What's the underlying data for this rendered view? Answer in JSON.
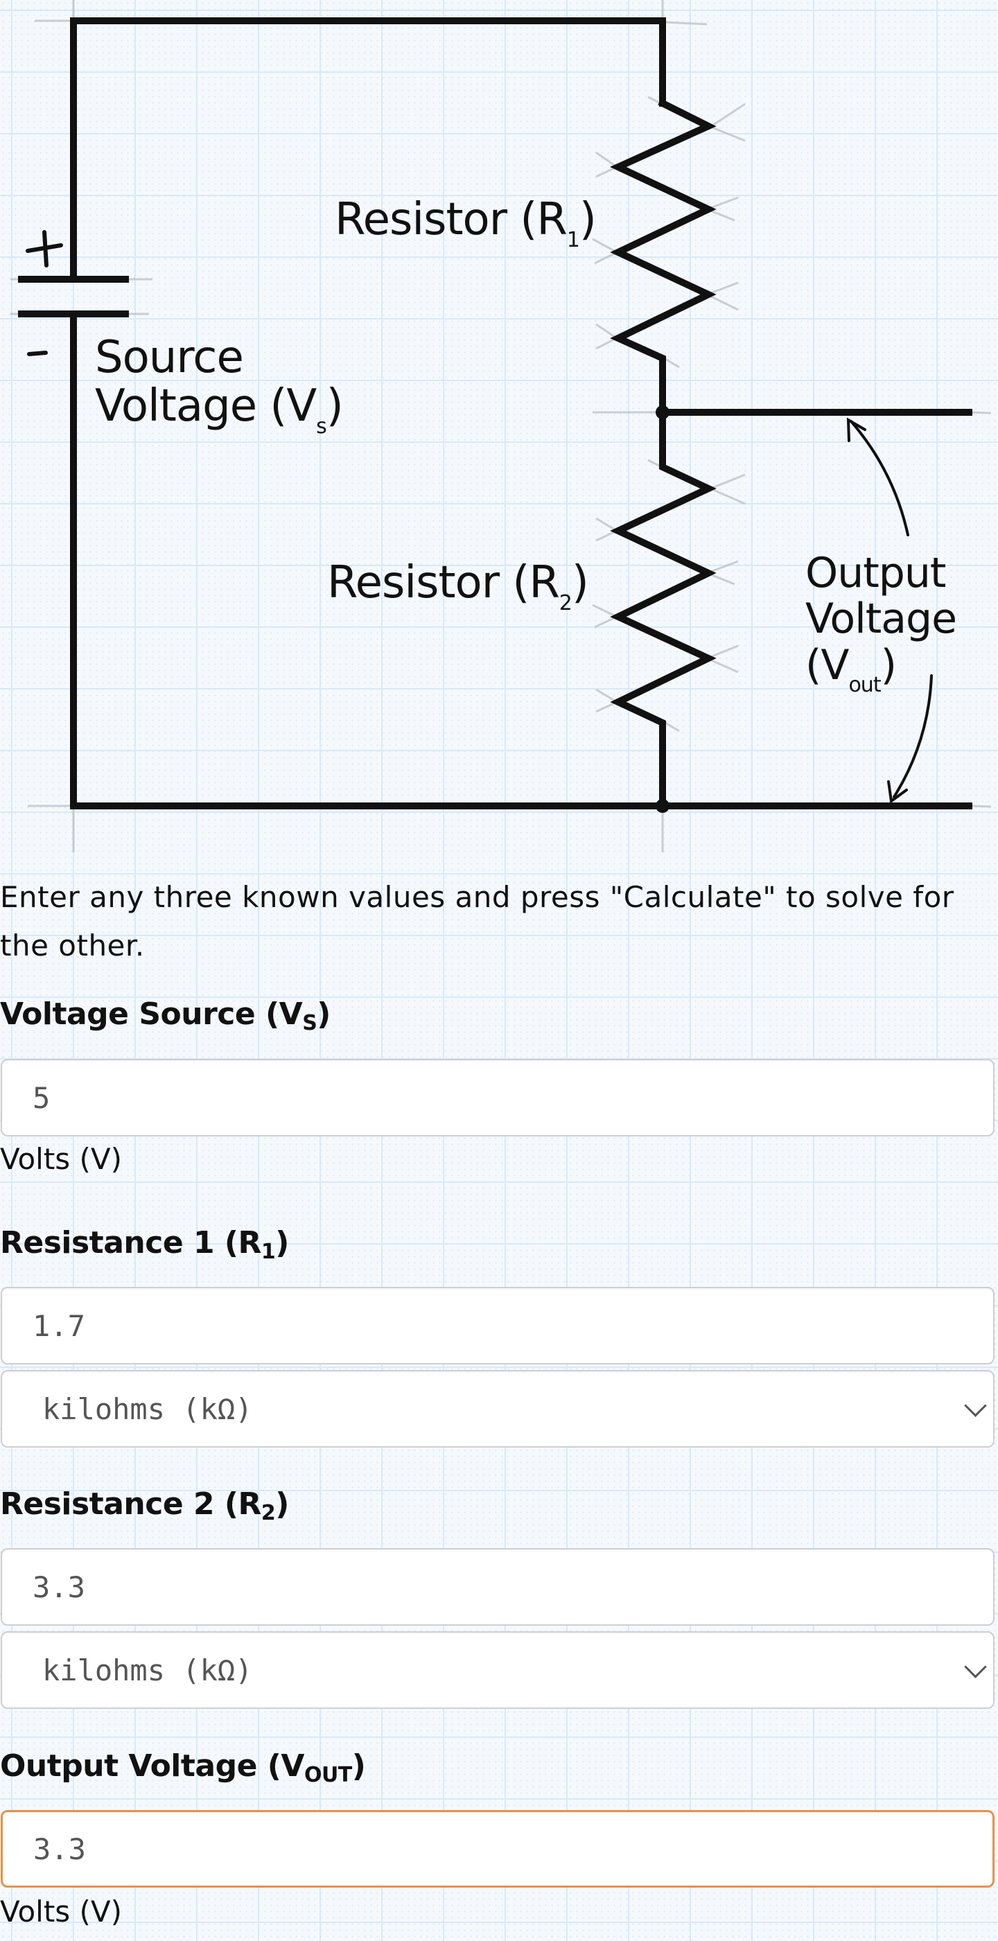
{
  "diagram": {
    "source_label_line1": "Source",
    "source_label_line2": "Voltage (V",
    "source_label_sub": "s",
    "source_label_close": ")",
    "plus_sign": "+",
    "minus_sign": "-",
    "r1_label": "Resistor (R",
    "r1_sub": "1",
    "r1_close": ")",
    "r2_label": "Resistor (R",
    "r2_sub": "2",
    "r2_close": ")",
    "output_line1": "Output",
    "output_line2": "Voltage",
    "output_line3": "(V",
    "output_sub": "out",
    "output_close": ")"
  },
  "instructions": "Enter any three known values and press \"Calculate\" to solve for the other.",
  "fields": {
    "vs": {
      "label": "Voltage Source (V",
      "label_sub": "S",
      "label_close": ")",
      "value": "5",
      "unit": "Volts (V)"
    },
    "r1": {
      "label": "Resistance 1 (R",
      "label_sub": "1",
      "label_close": ")",
      "value": "1.7",
      "unit_selected": "kilohms (kΩ)"
    },
    "r2": {
      "label": "Resistance 2 (R",
      "label_sub": "2",
      "label_close": ")",
      "value": "3.3",
      "unit_selected": "kilohms (kΩ)"
    },
    "vout": {
      "label": "Output Voltage (V",
      "label_sub": "OUT",
      "label_close": ")",
      "value": "3.3",
      "unit": "Volts (V)"
    }
  },
  "colors": {
    "highlight_border": "#e8914a",
    "wire": "#111111",
    "grid": "#d9e9f8"
  }
}
